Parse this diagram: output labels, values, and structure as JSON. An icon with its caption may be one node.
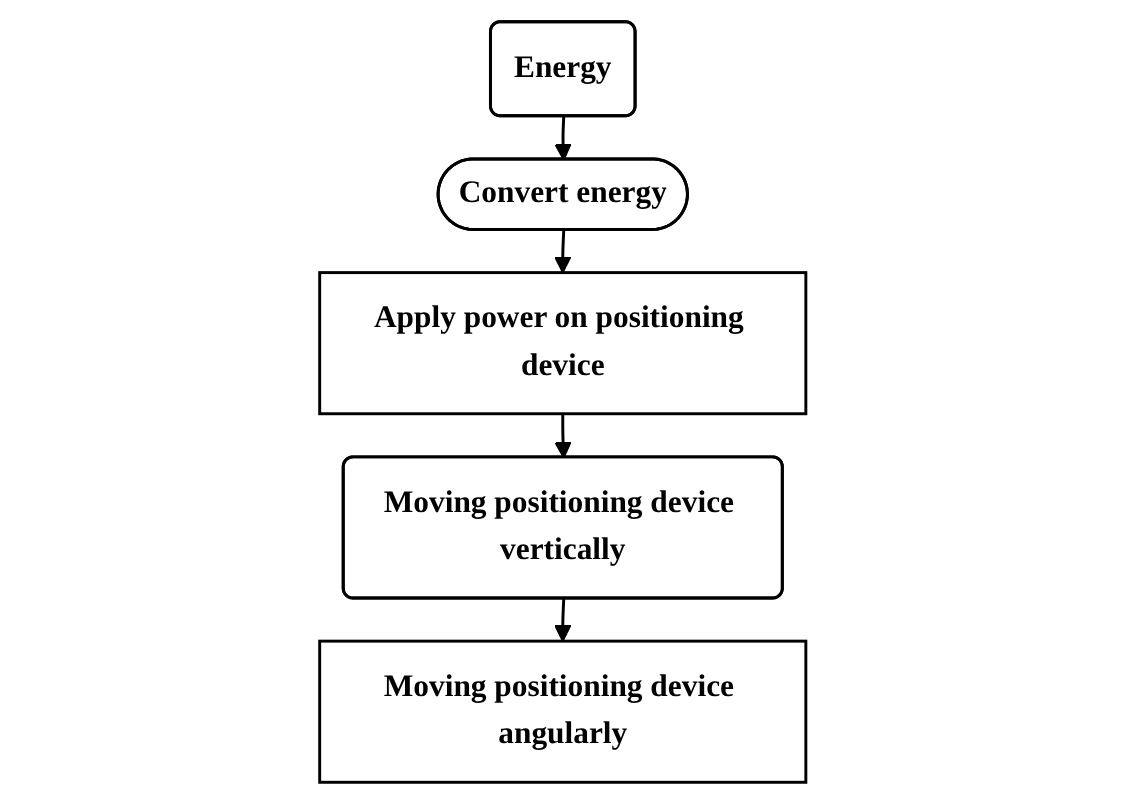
{
  "diagram": {
    "nodes": [
      {
        "text": [
          "Energy"
        ]
      },
      {
        "text": [
          "Convert energy"
        ]
      },
      {
        "text": [
          "Apply power on positioning device"
        ]
      },
      {
        "text": [
          "Moving positioning device vertically"
        ]
      },
      {
        "text": [
          "Moving positioning device angularly"
        ]
      }
    ],
    "edges": [
      {
        "from": 0,
        "to": 1,
        "arrow": "to"
      },
      {
        "from": 1,
        "to": 2,
        "arrow": "to"
      },
      {
        "from": 2,
        "to": 3,
        "arrow": "to"
      },
      {
        "from": 3,
        "to": 4,
        "arrow": "to"
      }
    ]
  }
}
